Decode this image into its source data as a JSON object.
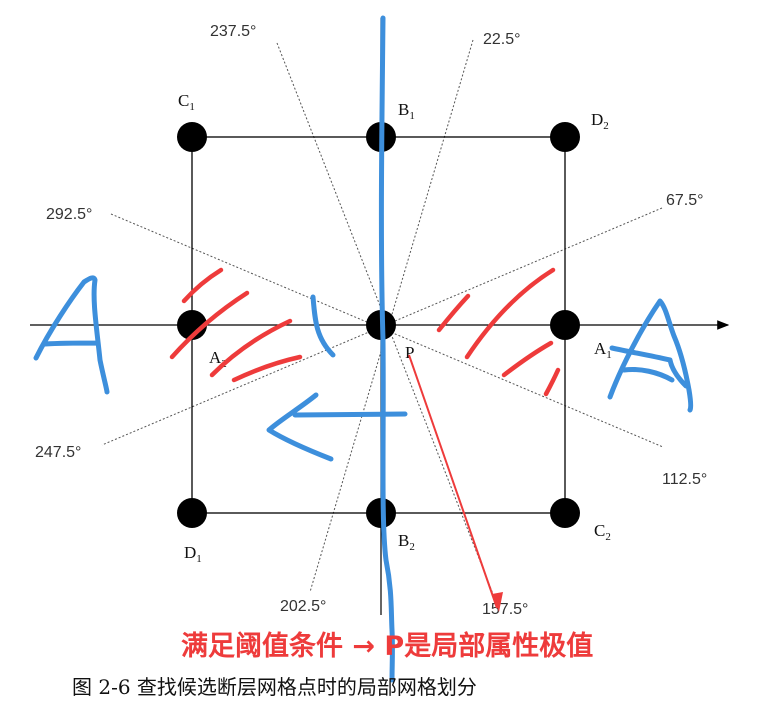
{
  "diagram": {
    "angles": {
      "a237": "237.5°",
      "a22": "22.5°",
      "a292": "292.5°",
      "a67": "67.5°",
      "a247": "247.5°",
      "a112": "112.5°",
      "a202": "202.5°",
      "a157": "157.5°"
    },
    "points": {
      "C1": {
        "letter": "C",
        "sub": "1"
      },
      "B1": {
        "letter": "B",
        "sub": "1"
      },
      "D2": {
        "letter": "D",
        "sub": "2"
      },
      "A2": {
        "letter": "A",
        "sub": "2"
      },
      "A1": {
        "letter": "A",
        "sub": "1"
      },
      "P": {
        "letter": "P",
        "sub": ""
      },
      "D1": {
        "letter": "D",
        "sub": "1"
      },
      "B2": {
        "letter": "B",
        "sub": "2"
      },
      "C2": {
        "letter": "C",
        "sub": "2"
      }
    },
    "annotation": "满足阈值条件 → P是局部属性极值",
    "caption": "图 2-6  查找候选断层网格点时的局部网格划分"
  },
  "colors": {
    "ink": "#000000",
    "marker_blue": "#3d8fdc",
    "marker_red": "#ee3b3b",
    "dashed": "#555555"
  }
}
